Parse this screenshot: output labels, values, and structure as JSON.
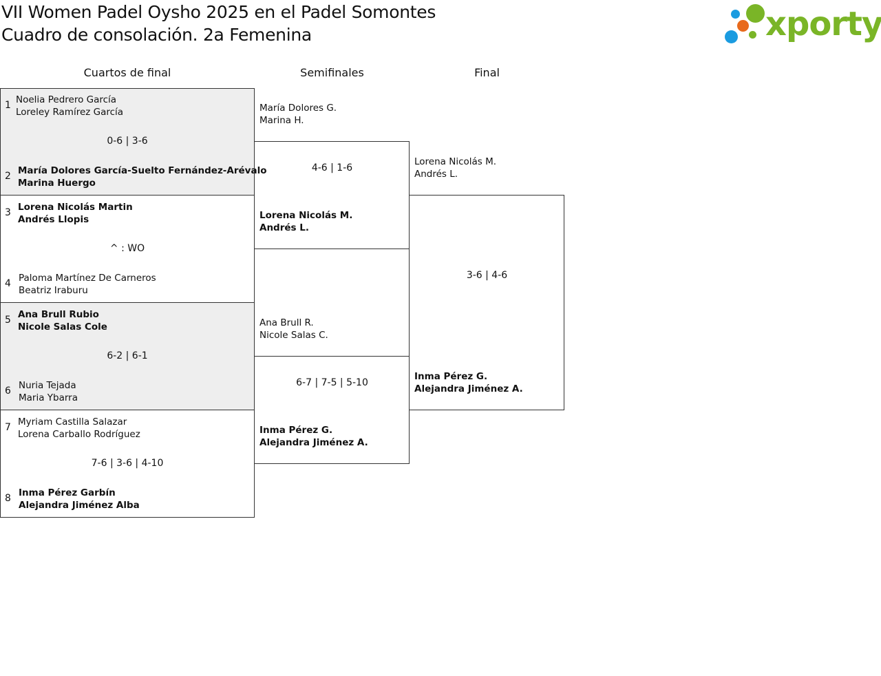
{
  "header": {
    "title_line1": "VII Women Padel Oysho 2025 en el Padel Somontes",
    "title_line2": "Cuadro de consolación. 2a Femenina"
  },
  "logo": {
    "text": "xporty",
    "colors": {
      "blue": "#1a9be0",
      "orange": "#e86a1c",
      "green": "#7ab527"
    }
  },
  "rounds": {
    "r1": "Cuartos de final",
    "r2": "Semifinales",
    "r3": "Final"
  },
  "quarterfinals": [
    {
      "seed_a": "1",
      "team_a": [
        "Noelia Pedrero García",
        "Loreley Ramírez García"
      ],
      "score": "0-6 | 3-6",
      "seed_b": "2",
      "team_b": [
        "María Dolores García-Suelto Fernández-Arévalo",
        "Marina Huergo"
      ]
    },
    {
      "seed_a": "3",
      "team_a": [
        "Lorena Nicolás Martin",
        "Andrés Llopis"
      ],
      "score": "^ : WO",
      "seed_b": "4",
      "team_b": [
        "Paloma Martínez De Carneros",
        "Beatriz Iraburu"
      ]
    },
    {
      "seed_a": "5",
      "team_a": [
        "Ana Brull Rubio",
        "Nicole Salas Cole"
      ],
      "score": "6-2 | 6-1",
      "seed_b": "6",
      "team_b": [
        "Nuria Tejada",
        "Maria Ybarra"
      ]
    },
    {
      "seed_a": "7",
      "team_a": [
        "Myriam Castilla Salazar",
        "Lorena Carballo Rodríguez"
      ],
      "score": "7-6 | 3-6 | 4-10",
      "seed_b": "8",
      "team_b": [
        "Inma Pérez Garbín",
        "Alejandra Jiménez Alba"
      ]
    }
  ],
  "semifinals": [
    {
      "team_a": [
        "María Dolores G.",
        "Marina H."
      ],
      "score": "4-6 | 1-6",
      "team_b": [
        "Lorena Nicolás M.",
        "Andrés L."
      ]
    },
    {
      "team_a": [
        "Ana Brull R.",
        "Nicole Salas C."
      ],
      "score": "6-7 | 7-5 | 5-10",
      "team_b": [
        "Inma Pérez G.",
        "Alejandra Jiménez A."
      ]
    }
  ],
  "final": {
    "team_a": [
      "Lorena Nicolás M.",
      "Andrés L."
    ],
    "score": "3-6 | 4-6",
    "team_b": [
      "Inma Pérez G.",
      "Alejandra Jiménez A."
    ]
  }
}
